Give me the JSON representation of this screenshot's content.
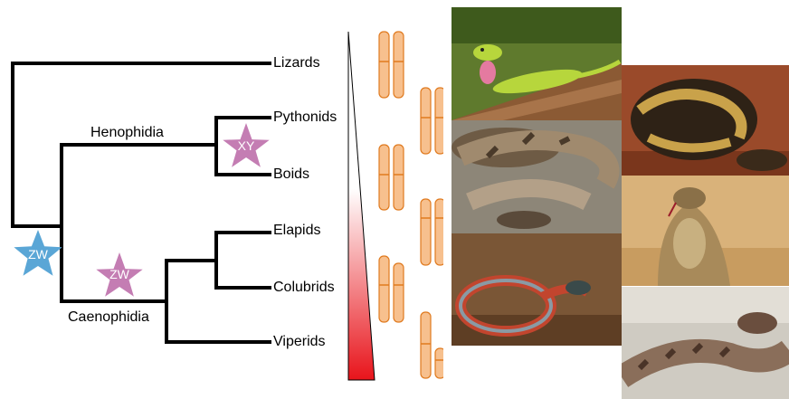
{
  "tree": {
    "taxa": [
      "Lizards",
      "Pythonids",
      "Boids",
      "Elapids",
      "Colubrids",
      "Viperids"
    ],
    "clades": {
      "henophidia": "Henophidia",
      "caenophidia": "Caenophidia"
    },
    "markers": [
      {
        "label": "ZW",
        "color": "#5aa6d6"
      },
      {
        "label": "ZW",
        "color": "#c47db3"
      },
      {
        "label": "XY",
        "color": "#c47db3"
      }
    ]
  },
  "gradient": {
    "top_color": "#ffffff",
    "bottom_color": "#e8141b"
  },
  "chromosome_color": {
    "fill": "#f7c08e",
    "stroke": "#e07a1f"
  },
  "photos": [
    {
      "subject": "anole-lizard"
    },
    {
      "subject": "ball-python"
    },
    {
      "subject": "boa"
    },
    {
      "subject": "cobra"
    },
    {
      "subject": "garter-snake"
    },
    {
      "subject": "pit-viper"
    }
  ]
}
